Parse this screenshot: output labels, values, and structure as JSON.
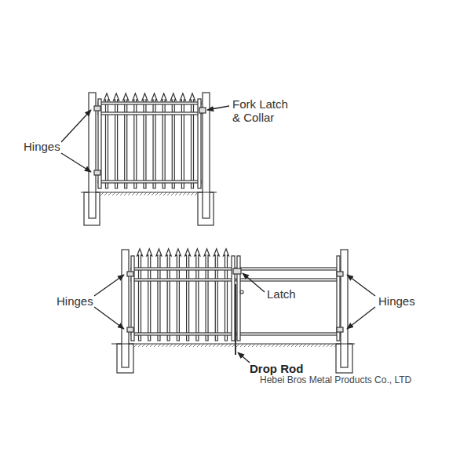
{
  "diagram": {
    "labels": [
      "Hinges",
      "Fork Latch & Collar",
      "Hinges",
      "Latch",
      "Hinges",
      "Drop Rod",
      "Hebei Bros Metal Products Co., LTD"
    ]
  }
}
